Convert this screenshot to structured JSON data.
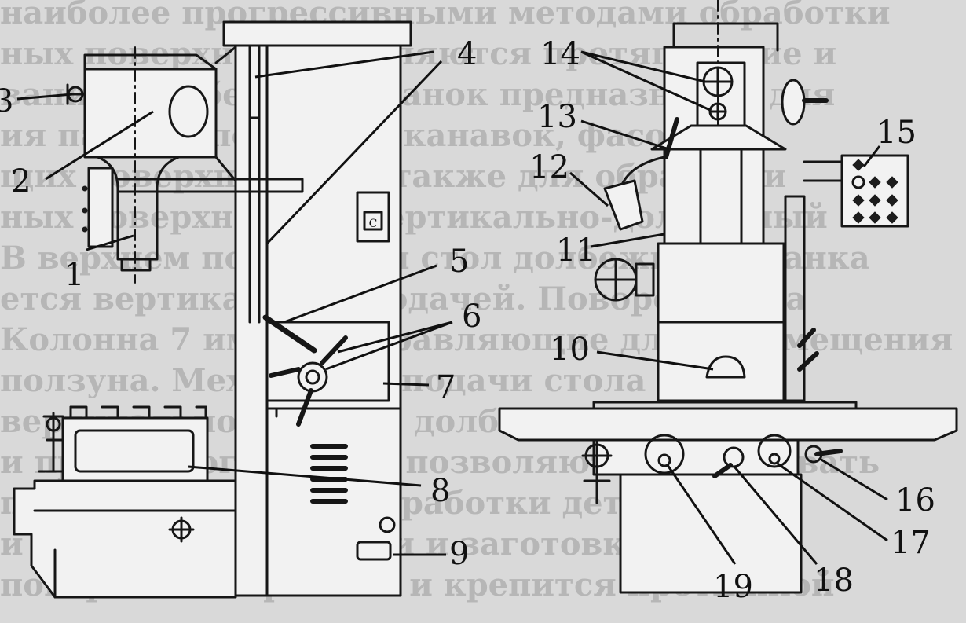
{
  "background_text": [
    "наиболее прогрессивными методами обработки",
    "ных поверхностей являются протягивание и",
    "вание. Долбежный станок предназначен для",
    "ия пазов шпоночных канавок, фасонных",
    "щих поверхностей, а также для обработки",
    "ных поверхностей. Вертикально-долбежный",
    "В верхнем положении стол долбежного станка",
    "ется вертикальной подачей. Поворот стола",
    "Колонна 7 имеет направляющие для перемещения",
    "ползуна. Механизмы подачи стола",
    "вертикальной подачи долбежного станка",
    "и протяжного станка позволяют обрабатывать",
    "поверхности после обработки детали",
    "и поверхности, детали и заготовки",
    "поверхностей работы и крепится протяжкой"
  ],
  "callouts": {
    "c1": "1",
    "c2": "2",
    "c3": "3",
    "c4": "4",
    "c5": "5",
    "c6": "6",
    "c7": "7",
    "c8": "8",
    "c9": "9",
    "c10": "10",
    "c11": "11",
    "c12": "12",
    "c13": "13",
    "c14": "14",
    "c15": "15",
    "c16": "16",
    "c17": "17",
    "c18": "18",
    "c19": "19"
  },
  "panel_letter": "C"
}
